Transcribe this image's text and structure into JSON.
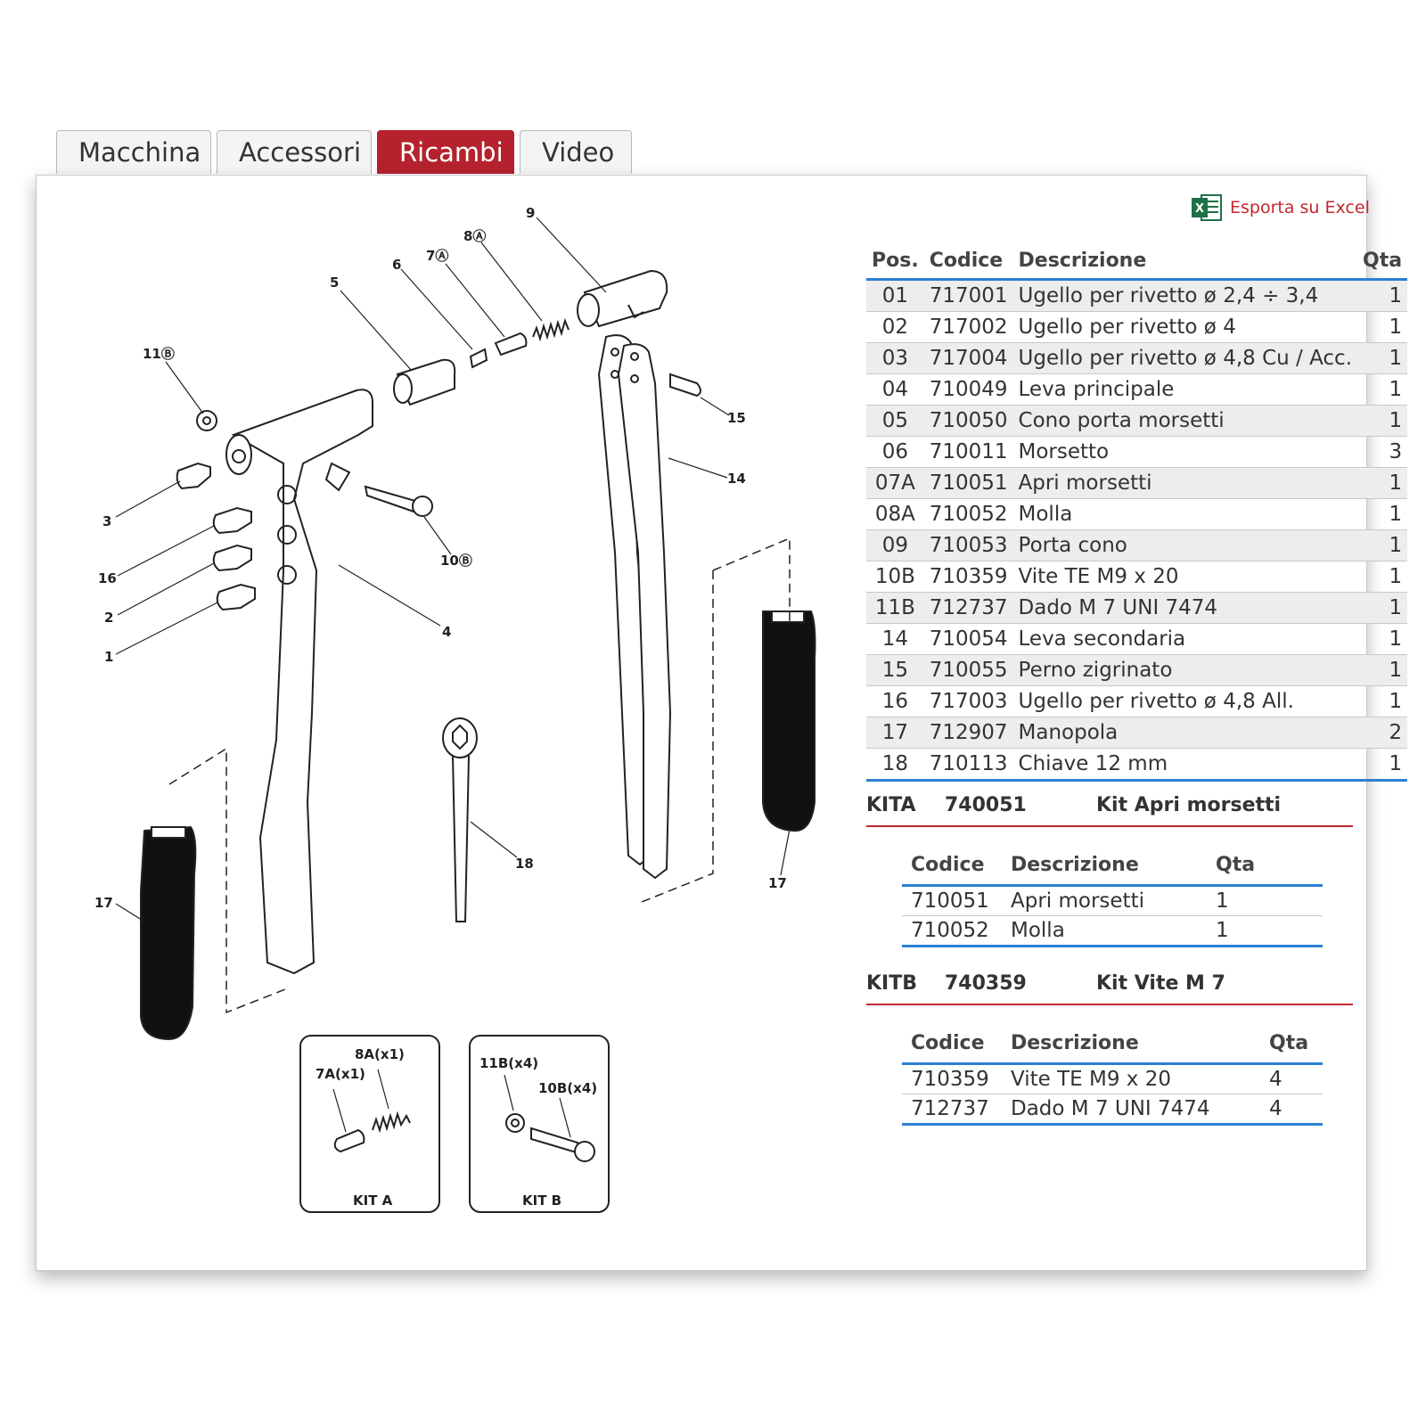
{
  "tabs": [
    {
      "label": "Macchina",
      "active": false
    },
    {
      "label": "Accessori",
      "active": false
    },
    {
      "label": "Ricambi",
      "active": true
    },
    {
      "label": "Video",
      "active": false
    }
  ],
  "export": {
    "label": "Esporta su Excel",
    "icon": "excel-icon",
    "icon_letter": "X"
  },
  "colors": {
    "accent": "#b5222d",
    "table_border": "#2d7fd1",
    "kit_border": "#c2282f",
    "excel_green": "#1e7145"
  },
  "parts_table": {
    "headers": {
      "pos": "Pos.",
      "code": "Codice",
      "desc": "Descrizione",
      "qty": "Qta"
    },
    "rows": [
      {
        "pos": "01",
        "code": "717001",
        "desc": "Ugello per rivetto ø 2,4 ÷ 3,4",
        "qty": "1"
      },
      {
        "pos": "02",
        "code": "717002",
        "desc": "Ugello per rivetto ø 4",
        "qty": "1"
      },
      {
        "pos": "03",
        "code": "717004",
        "desc": "Ugello per rivetto ø 4,8 Cu / Acc.",
        "qty": "1"
      },
      {
        "pos": "04",
        "code": "710049",
        "desc": "Leva principale",
        "qty": "1"
      },
      {
        "pos": "05",
        "code": "710050",
        "desc": "Cono porta morsetti",
        "qty": "1"
      },
      {
        "pos": "06",
        "code": "710011",
        "desc": "Morsetto",
        "qty": "3"
      },
      {
        "pos": "07A",
        "code": "710051",
        "desc": "Apri morsetti",
        "qty": "1"
      },
      {
        "pos": "08A",
        "code": "710052",
        "desc": "Molla",
        "qty": "1"
      },
      {
        "pos": "09",
        "code": "710053",
        "desc": "Porta cono",
        "qty": "1"
      },
      {
        "pos": "10B",
        "code": "710359",
        "desc": "Vite TE M9 x 20",
        "qty": "1"
      },
      {
        "pos": "11B",
        "code": "712737",
        "desc": "Dado M 7 UNI 7474",
        "qty": "1"
      },
      {
        "pos": "14",
        "code": "710054",
        "desc": "Leva secondaria",
        "qty": "1"
      },
      {
        "pos": "15",
        "code": "710055",
        "desc": "Perno zigrinato",
        "qty": "1"
      },
      {
        "pos": "16",
        "code": "717003",
        "desc": "Ugello per rivetto ø 4,8 All.",
        "qty": "1"
      },
      {
        "pos": "17",
        "code": "712907",
        "desc": "Manopola",
        "qty": "2"
      },
      {
        "pos": "18",
        "code": "710113",
        "desc": "Chiave 12 mm",
        "qty": "1"
      }
    ]
  },
  "kits": [
    {
      "id": "KITA",
      "code": "740051",
      "name": "Kit Apri morsetti",
      "headers": {
        "code": "Codice",
        "desc": "Descrizione",
        "qty": "Qta"
      },
      "rows": [
        {
          "code": "710051",
          "desc": "Apri morsetti",
          "qty": "1"
        },
        {
          "code": "710052",
          "desc": "Molla",
          "qty": "1"
        }
      ]
    },
    {
      "id": "KITB",
      "code": "740359",
      "name": "Kit Vite M 7",
      "headers": {
        "code": "Codice",
        "desc": "Descrizione",
        "qty": "Qta"
      },
      "rows": [
        {
          "code": "710359",
          "desc": "Vite TE M9 x 20",
          "qty": "4"
        },
        {
          "code": "712737",
          "desc": "Dado M 7 UNI 7474",
          "qty": "4"
        }
      ]
    }
  ],
  "diagram": {
    "labels": {
      "p9": "9",
      "p8a": "8Ⓐ",
      "p7a": "7Ⓐ",
      "p6": "6",
      "p5": "5",
      "p11b": "11Ⓑ",
      "p3": "3",
      "p16": "16",
      "p2": "2",
      "p1": "1",
      "p10b": "10Ⓑ",
      "p4": "4",
      "p15": "15",
      "p14": "14",
      "p18": "18",
      "p17a": "17",
      "p17b": "17"
    },
    "kit_a": {
      "title": "KIT A",
      "l1": "8A(x1)",
      "l2": "7A(x1)"
    },
    "kit_b": {
      "title": "KIT B",
      "l1": "11B(x4)",
      "l2": "10B(x4)"
    }
  }
}
